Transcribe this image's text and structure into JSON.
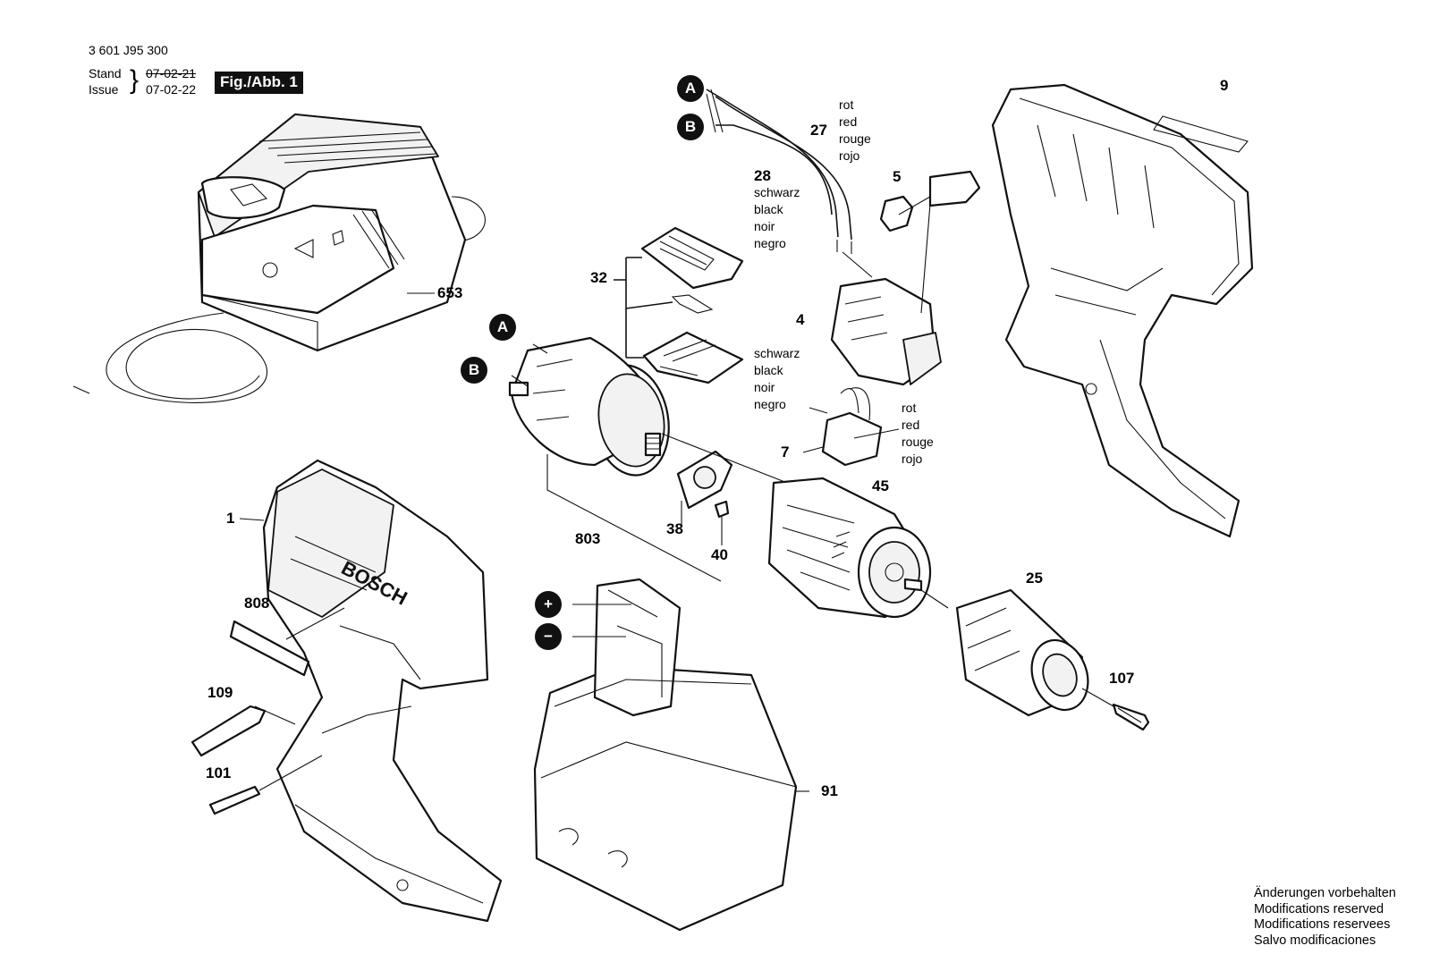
{
  "header": {
    "part_number": "3 601 J95 300",
    "stand_label": "Stand",
    "issue_label": "Issue",
    "old_date": "07-02-21",
    "new_date": "07-02-22",
    "figure_label": "Fig./Abb. 1"
  },
  "connectors": {
    "a": "A",
    "b": "B",
    "plus": "+",
    "minus": "−"
  },
  "parts": {
    "p1": "1",
    "p4": "4",
    "p5": "5",
    "p7": "7",
    "p9": "9",
    "p25": "25",
    "p27": "27",
    "p28": "28",
    "p32": "32",
    "p38": "38",
    "p40": "40",
    "p45": "45",
    "p91": "91",
    "p101": "101",
    "p107": "107",
    "p109": "109",
    "p653": "653",
    "p803": "803",
    "p808": "808"
  },
  "wire_red": [
    "rot",
    "red",
    "rouge",
    "rojo"
  ],
  "wire_black": [
    "schwarz",
    "black",
    "noir",
    "negro"
  ],
  "footer": [
    "Änderungen vorbehalten",
    "Modifications reserved",
    "Modifications reservees",
    "Salvo modificaciones"
  ]
}
